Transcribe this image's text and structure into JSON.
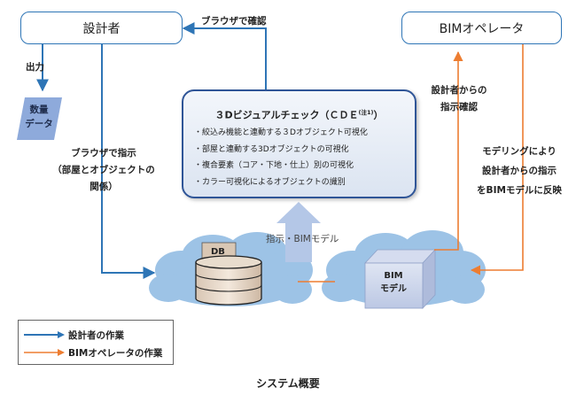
{
  "boxes": {
    "designer": "設計者",
    "bim_operator": "BIMオペレータ"
  },
  "quantity_data": "数量\nデータ",
  "labels": {
    "browser_confirm": "ブラウザで確認",
    "output": "出力",
    "browser_instruct": "ブラウザで指示\n（部屋とオブジェクトの\n関係）",
    "instruction_confirm": "設計者からの\n指示確認",
    "modeling_reflect": "モデリングにより\n設計者からの指示\nをBIMモデルに反映",
    "instruct_bim_model": "指示・BIMモデル"
  },
  "cde": {
    "title": "３Dビジュアルチェック（ＣＤＥ",
    "note": "(注1)",
    "title_close": "）",
    "items": [
      "・絞込み機能と連動する３Dオブジェクト可視化",
      "・部屋と連動する3Dオブジェクトの可視化",
      "・複合要素（コア・下地・仕上）別の可視化",
      "・カラー可視化によるオブジェクトの識別"
    ]
  },
  "db_label": "DB",
  "bim_model": "BIM\nモデル",
  "legend": [
    {
      "text": "設計者の作業",
      "color": "#2e75b6"
    },
    {
      "text": "BIMオペレータの作業",
      "color": "#ed7d31"
    }
  ],
  "caption": "システム概要"
}
